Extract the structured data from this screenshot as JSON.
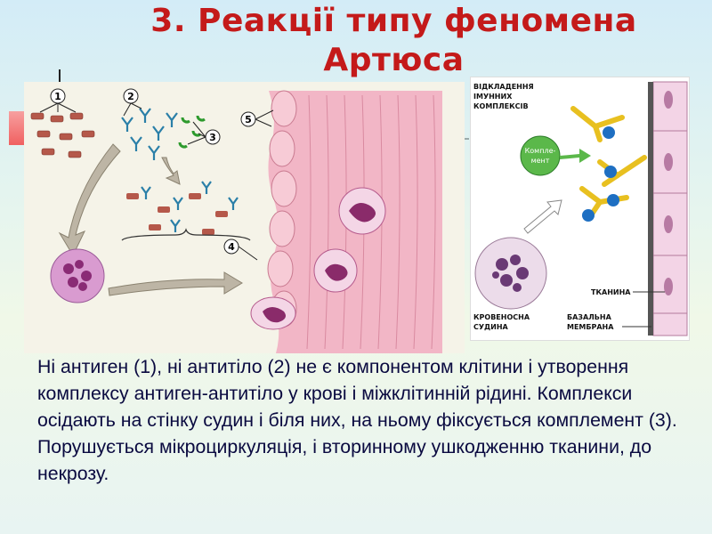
{
  "title": {
    "line1": "3. Реакції типу феномена",
    "line2": "Артюса"
  },
  "figure_left": {
    "markers": [
      "1",
      "2",
      "3",
      "4",
      "5"
    ]
  },
  "figure_right": {
    "label_deposit": [
      "ВІДКЛАДЕННЯ",
      "ІМУННИХ",
      "КОМПЛЕКСІВ"
    ],
    "label_complement": [
      "Компле-",
      "мент"
    ],
    "label_tissue": "ТКАНИНА",
    "label_vessel": [
      "КРОВЕНОСНА",
      "СУДИНА"
    ],
    "label_membrane": [
      "БАЗАЛЬНА",
      "МЕМБРАНА"
    ]
  },
  "body": {
    "text": "Ні антиген (1), ні антитіло (2) не є компонентом клітини і утворення комплексу антиген-антитіло у крові і міжклітинній рідині. Комплекси осідають на стінку судин і біля них, на ньому фіксується комплемент (3). Порушується мікроциркуляція, і вторинному ушкодженню тканини, до некрозу."
  },
  "colors": {
    "title": "#c41a1a",
    "body_text": "#0a0a40",
    "antigen": "#b5584a",
    "antibody": "#2a7fa8",
    "complement": "#2d9a2d",
    "vessel_wall": "#e8a0b4"
  }
}
